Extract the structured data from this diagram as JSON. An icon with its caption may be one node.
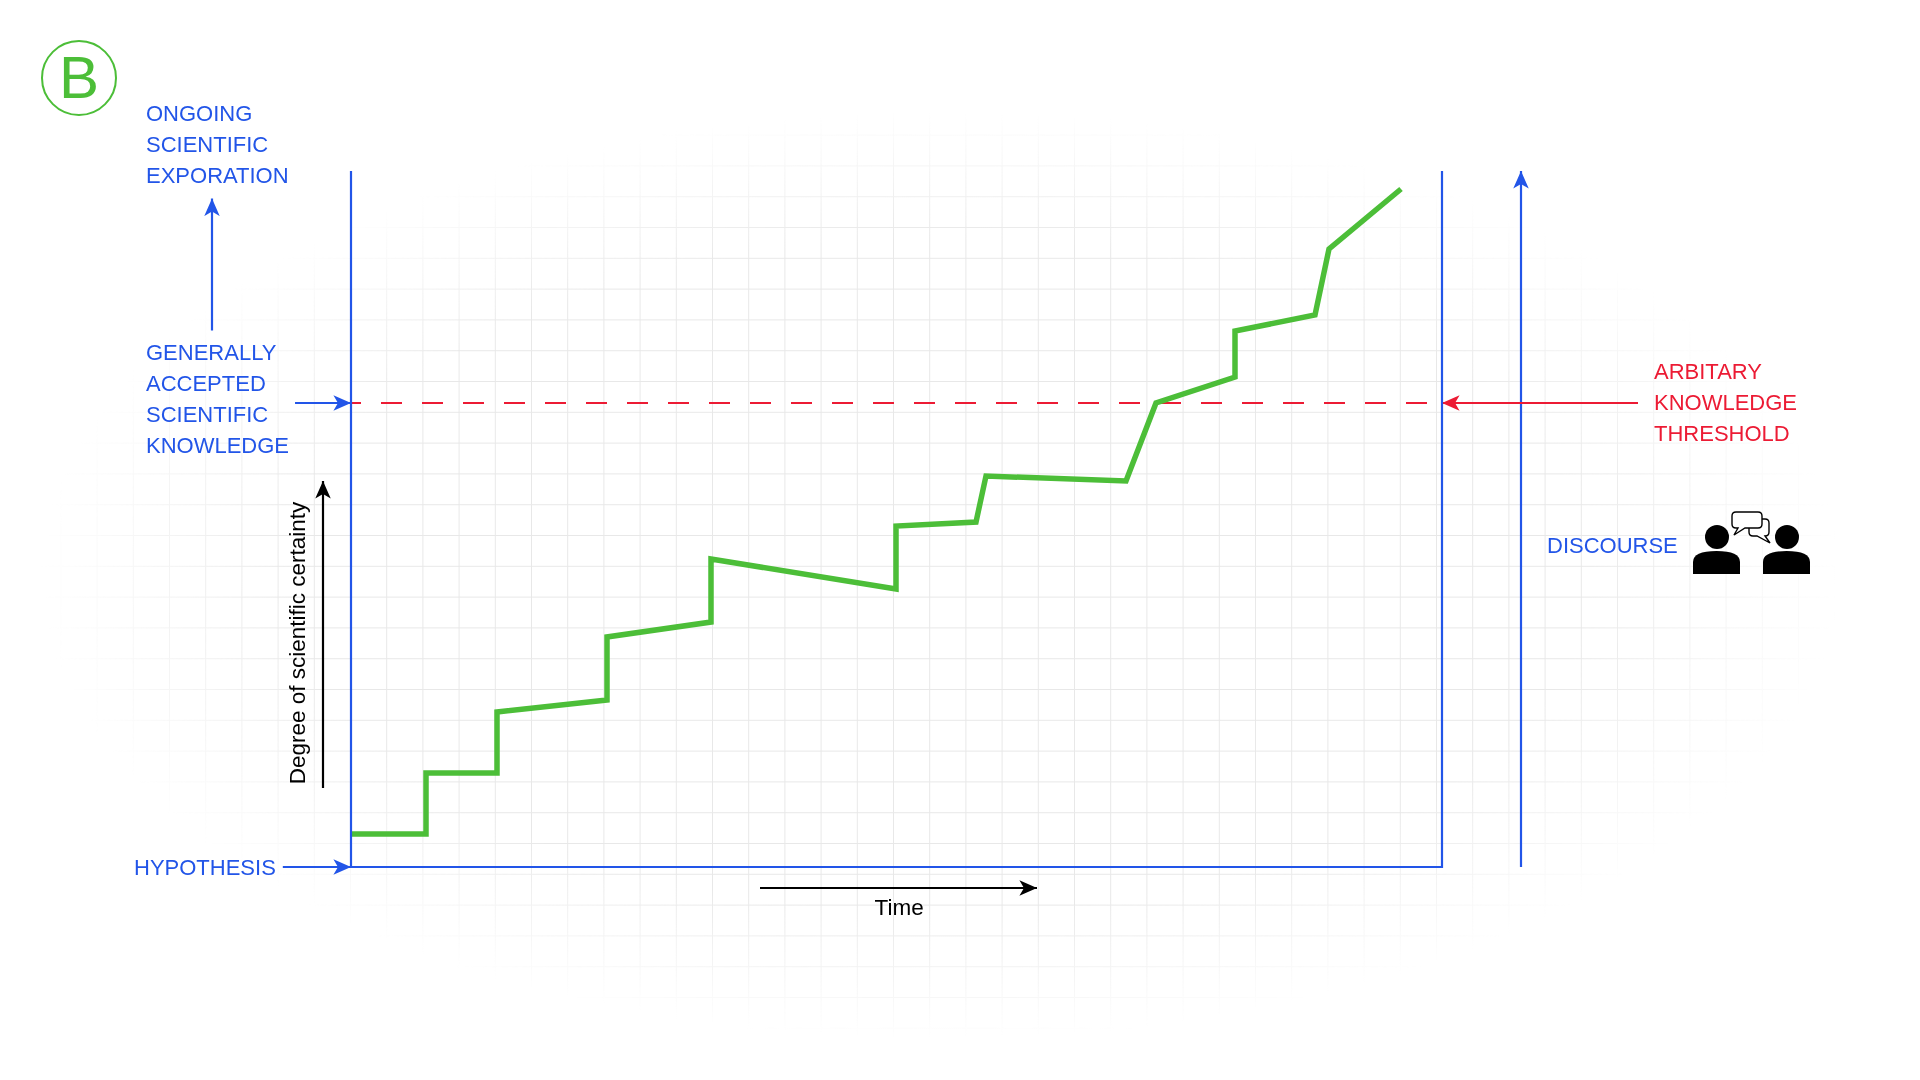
{
  "diagram": {
    "nodes": [
      {
        "text": [
          "B"
        ]
      },
      {
        "text": [
          "ONGOING SCIENTIFIC EXPORATION"
        ]
      },
      {
        "text": [
          "GENERALLY ACCEPTED SCIENTIFIC KNOWLEDGE"
        ]
      },
      {
        "text": [],
        "shape": "box"
      },
      {
        "text": [
          "ARBITARY KNOWLEDGE THRESHOLD"
        ]
      },
      {
        "text": [
          "HYPOTHESIS"
        ]
      }
    ],
    "edges": [
      {
        "from": 2,
        "to": 1,
        "arrow": "to"
      },
      {
        "from": 2,
        "to": 3,
        "arrow": "to"
      },
      {
        "from": 4,
        "to": 3,
        "arrow": "to",
        "color": "#ec1b34"
      },
      {
        "from": 5,
        "to": 3,
        "arrow": "to"
      }
    ],
    "labels": [
      "Degree of scientific certainty",
      "DISCOURSE",
      "Time"
    ]
  }
}
